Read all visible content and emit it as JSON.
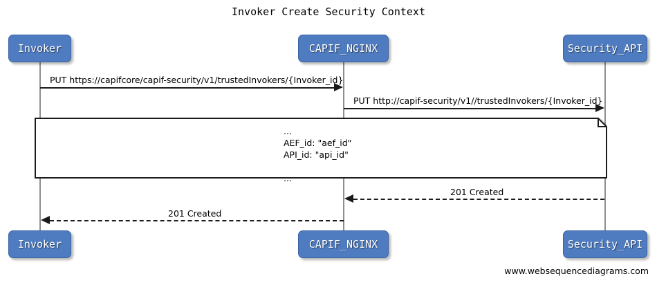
{
  "title": "Invoker Create Security Context",
  "footer": "www.websequencediagrams.com",
  "participants": [
    {
      "name": "Invoker",
      "label": "Invoker"
    },
    {
      "name": "CAPIF_NGINX",
      "label": "CAPIF_NGINX"
    },
    {
      "name": "Security_API",
      "label": "Security_API"
    }
  ],
  "messages": [
    {
      "label": "PUT https://capifcore/capif-security/v1/trustedInvokers/{Invoker_id}",
      "from": "Invoker",
      "to": "CAPIF_NGINX",
      "style": "solid",
      "direction": "right"
    },
    {
      "label": "PUT http://capif-security/v1//trustedInvokers/{Invoker_id}",
      "from": "CAPIF_NGINX",
      "to": "Security_API",
      "style": "solid",
      "direction": "right"
    },
    {
      "label": "201 Created",
      "from": "Security_API",
      "to": "CAPIF_NGINX",
      "style": "dashed",
      "direction": "left"
    },
    {
      "label": "201 Created",
      "from": "CAPIF_NGINX",
      "to": "Invoker",
      "style": "dashed",
      "direction": "left"
    }
  ],
  "note": {
    "line1": "...",
    "line2": "AEF_id: \"aef_id\"",
    "line3": "API_id: \"api_id\"",
    "line4": "...",
    "text": "...\nAEF_id: \"aef_id\"\nAPI_id: \"api_id\"\n\n..."
  },
  "colors": {
    "participant_fill": "#4f7cc0",
    "participant_border": "#3a63a3",
    "participant_text": "#ffffff",
    "lifeline": "#8e8e8e",
    "message": "#1a1a1a",
    "note_fill": "#ffffff",
    "note_border": "#1a1a1a",
    "background": "#ffffff"
  }
}
